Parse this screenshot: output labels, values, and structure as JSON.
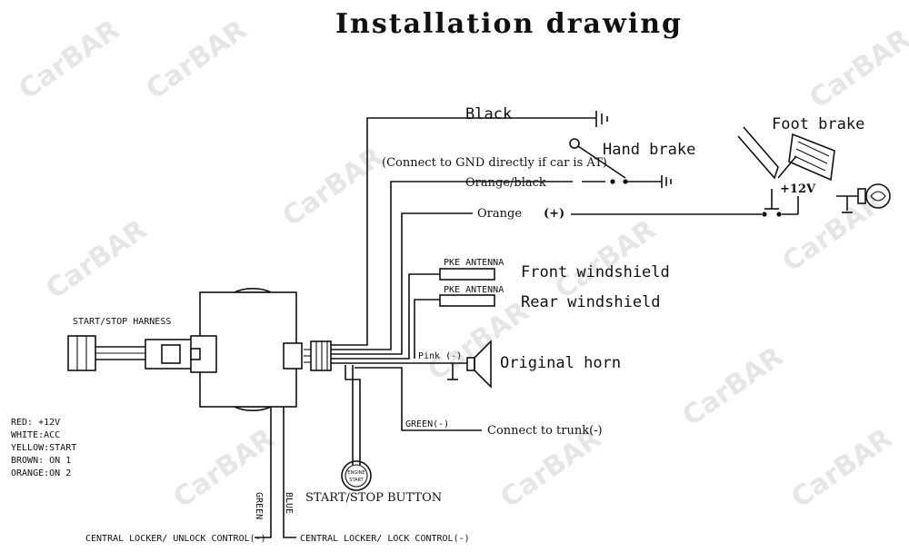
{
  "title": "Installation drawing",
  "watermark": "CarBAR",
  "labels": {
    "black": "Black",
    "hand_brake": "Hand brake",
    "foot_brake": "Foot brake",
    "gnd_note": "(Connect to GND directly if car is AT)",
    "orange_black": "Orange/black",
    "orange": "Orange",
    "plus": "(+)",
    "plus12": "+12V",
    "pke1": "PKE ANTENNA",
    "pke2": "PKE ANTENNA",
    "front": "Front windshield",
    "rear": "Rear  windshield",
    "pink": "Pink (-)",
    "horn": "Original horn",
    "green_small": "GREEN(-)",
    "trunk": "Connect to trunk(-)",
    "harness": "START/STOP  HARNESS",
    "btn_top": "ENGINE",
    "btn_bot": "START",
    "button": "START/STOP BUTTON",
    "green_v": "GREEN",
    "blue_v": "BLUE",
    "unlock": "CENTRAL LOCKER/ UNLOCK CONTROL(-)",
    "lock": "CENTRAL LOCKER/ LOCK CONTROL(-)"
  },
  "legend": [
    "RED: +12V",
    "WHITE:ACC",
    "YELLOW:START",
    "BROWN: ON 1",
    "ORANGE:ON 2"
  ]
}
